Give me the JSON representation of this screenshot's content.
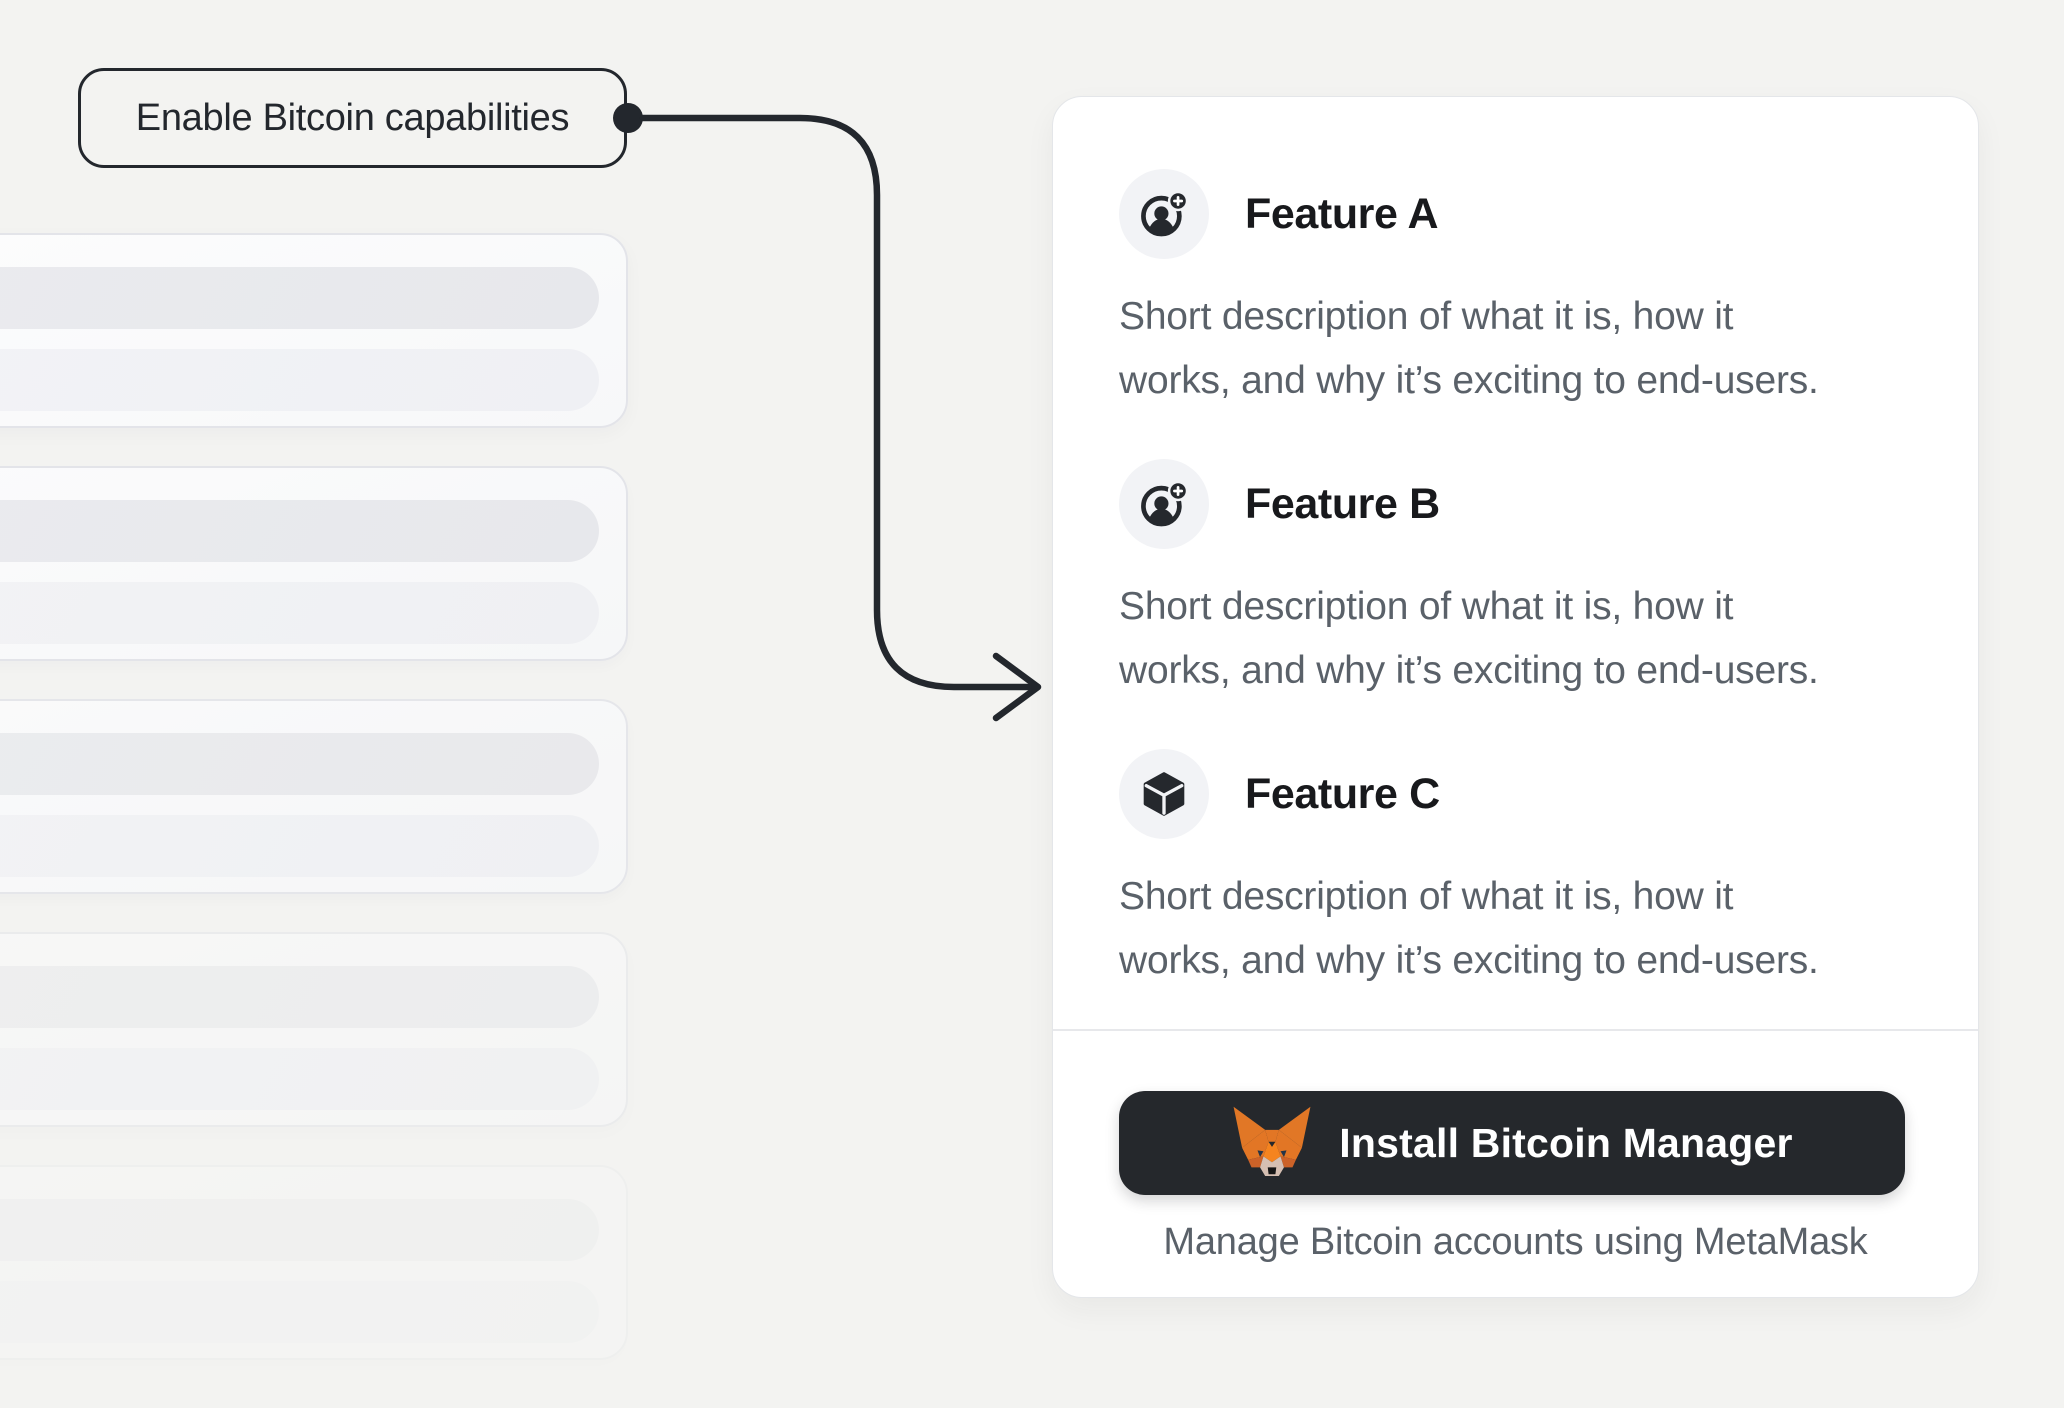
{
  "page": {
    "background_color": "#f3f3f1",
    "accent_dark": "#24272b",
    "ink_color": "#17191d",
    "muted_color": "#5a6169",
    "metamask_orange": "#f6851b"
  },
  "annotation": {
    "label": "Enable Bitcoin capabilities"
  },
  "icons": [
    "account-add-icon",
    "account-add-icon",
    "cube-icon",
    "metamask-fox-icon",
    "arrow-right-icon",
    "connector-dot"
  ],
  "skeleton": {
    "card_count": 5,
    "bars_per_card": 2
  },
  "feature_card": {
    "features": [
      {
        "icon": "account-add-icon",
        "title": "Feature A",
        "desc_lines": [
          "Short description of what it is, how it",
          "works, and why it’s exciting to end-users."
        ]
      },
      {
        "icon": "account-add-icon",
        "title": "Feature B",
        "desc_lines": [
          "Short description of what it is, how it",
          "works, and why it’s exciting to end-users."
        ]
      },
      {
        "icon": "cube-icon",
        "title": "Feature C",
        "desc_lines": [
          "Short description of what it is, how it",
          "works, and why it’s exciting to end-users."
        ]
      }
    ],
    "footer": {
      "button_label": "Install Bitcoin Manager",
      "button_icon": "metamask-fox-icon",
      "caption": "Manage Bitcoin accounts using MetaMask"
    }
  }
}
